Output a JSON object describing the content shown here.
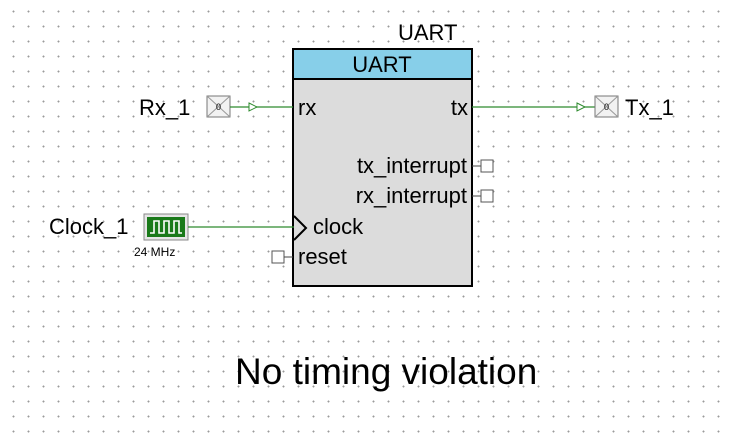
{
  "component": {
    "instance_name": "UART",
    "header_label": "UART",
    "header_color": "#87cfe9",
    "body_color": "#dcdcdc",
    "pins": {
      "rx": "rx",
      "tx": "tx",
      "tx_interrupt": "tx_interrupt",
      "rx_interrupt": "rx_interrupt",
      "clock": "clock",
      "reset": "reset"
    }
  },
  "ports": {
    "rx_in": {
      "label": "Rx_1",
      "glyph": "0"
    },
    "tx_out": {
      "label": "Tx_1",
      "glyph": "0"
    }
  },
  "clock_source": {
    "label": "Clock_1",
    "frequency": "24 MHz",
    "icon": "clock-waveform-icon",
    "icon_color": "#1a7a1a"
  },
  "wire_color": "#2e8b2e",
  "status_message": "No timing violation"
}
